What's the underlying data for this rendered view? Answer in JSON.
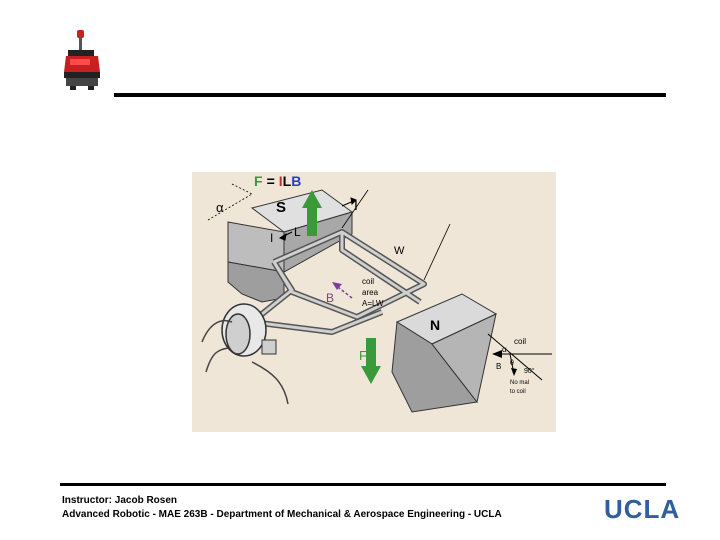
{
  "diagram": {
    "formula": {
      "f": "F",
      "eq": "=",
      "i": "I",
      "l": "L",
      "b": "B"
    },
    "labels": {
      "alpha": "α",
      "south": "S",
      "current_top": "I",
      "current_left": "I",
      "length": "L",
      "width": "W",
      "field": "B",
      "coil_area_1": "coil",
      "coil_area_2": "area",
      "coil_area_3": "A=LW",
      "north": "N",
      "force_bottom": "F",
      "inset_coil": "coil",
      "inset_alpha": "α",
      "inset_b": "B",
      "inset_theta": "θ",
      "inset_90": "90°",
      "inset_normal_1": "No mal",
      "inset_normal_2": "to coil"
    },
    "colors": {
      "background": "#efe6d7",
      "magnet": "#c9c9c9",
      "magnet_dark": "#9e9e9e",
      "force_arrow": "#3a9a3a",
      "field_arrow": "#7a3f9a",
      "formula_f": "#3a9a3a",
      "formula_i": "#cc2a2a",
      "formula_b": "#2a3acc"
    }
  },
  "footer": {
    "line1": "Instructor: Jacob Rosen",
    "line2": "Advanced Robotic - MAE 263B - Department of Mechanical & Aerospace Engineering - UCLA"
  },
  "logo": {
    "text": "UCLA"
  },
  "icons": {
    "robot": "robot-logo-icon"
  }
}
